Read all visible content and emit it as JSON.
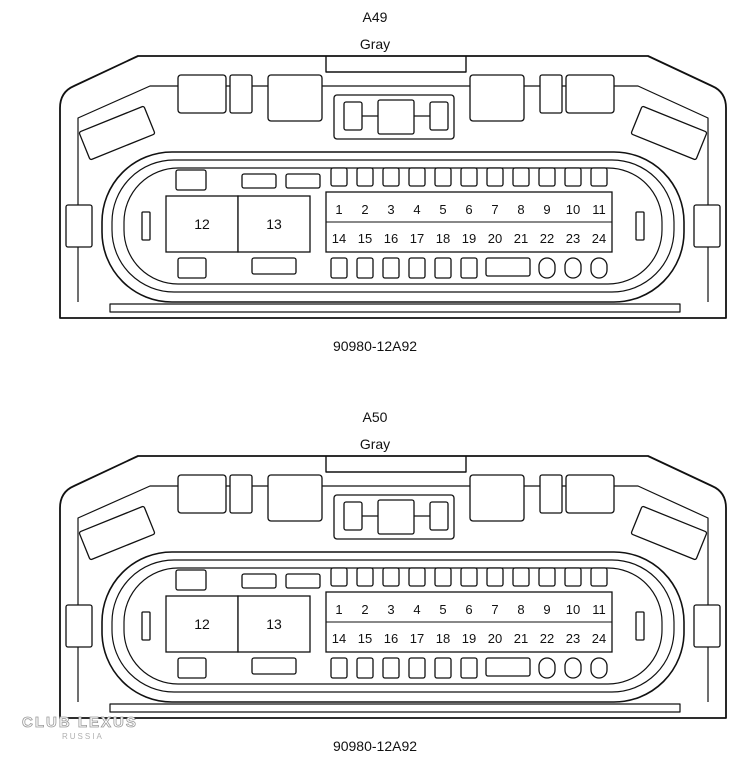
{
  "connectors": [
    {
      "code": "A49",
      "color": "Gray",
      "part_number": "90980-12A92",
      "big_terminals": [
        "12",
        "13"
      ],
      "top_row": [
        "1",
        "2",
        "3",
        "4",
        "5",
        "6",
        "7",
        "8",
        "9",
        "10",
        "11"
      ],
      "bottom_row": [
        "14",
        "15",
        "16",
        "17",
        "18",
        "19",
        "20",
        "21",
        "22",
        "23",
        "24"
      ]
    },
    {
      "code": "A50",
      "color": "Gray",
      "part_number": "90980-12A92",
      "big_terminals": [
        "12",
        "13"
      ],
      "top_row": [
        "1",
        "2",
        "3",
        "4",
        "5",
        "6",
        "7",
        "8",
        "9",
        "10",
        "11"
      ],
      "bottom_row": [
        "14",
        "15",
        "16",
        "17",
        "18",
        "19",
        "20",
        "21",
        "22",
        "23",
        "24"
      ]
    }
  ],
  "watermark": {
    "brand": "CLUB LEXUS",
    "region": "RUSSIA"
  }
}
